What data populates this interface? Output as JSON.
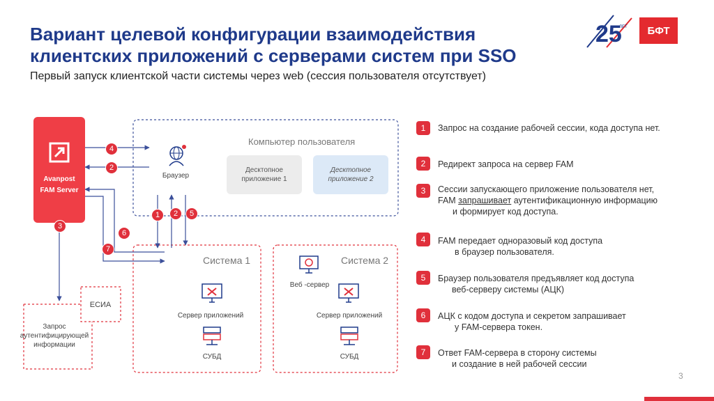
{
  "title": "Вариант целевой конфигурации взаимодействия клиентских приложений с серверами систем при SSO",
  "subtitle": "Первый запуск клиентской части системы через web (сессия пользователя отсутствует)",
  "logo": {
    "years": "25",
    "years_sub": "ЛЕТ",
    "brand": "БФТ"
  },
  "page_number": "3",
  "diagram": {
    "avanpost": {
      "line1": "Avanpost",
      "line2": "FAM Server"
    },
    "computer_title": "Компьютер пользователя",
    "browser_label": "Браузер",
    "desktop_app_1": "Десктопное приложение 1",
    "desktop_app_2": "Десктопное приложение 2",
    "system1": {
      "title": "Система 1",
      "app_server": "Сервер приложений",
      "db": "СУБД"
    },
    "system2": {
      "title": "Система 2",
      "web_server": "Веб -сервер",
      "app_server": "Сервер приложений",
      "db": "СУБД"
    },
    "esia": "ЕСИА",
    "auth_request": "Запрос аутентифицирующей информации",
    "arrow_numbers": [
      "4",
      "2",
      "3",
      "1",
      "2",
      "5",
      "6",
      "7"
    ]
  },
  "steps": [
    {
      "num": "1",
      "text": "Запрос на создание рабочей сессии, кода доступа нет."
    },
    {
      "num": "2",
      "text": "Редирект запроса на сервер FAM"
    },
    {
      "num": "3",
      "line1": "Сессии запускающего приложение пользователя нет,",
      "line2a": "FAM ",
      "line2b": "запрашивает",
      "line2c": " аутентификационную информацию",
      "line3": "и формирует код доступа."
    },
    {
      "num": "4",
      "line1": "FAM передает одноразовый код доступа",
      "line2": "в браузер пользователя."
    },
    {
      "num": "5",
      "line1": "Браузер пользователя предъявляет код доступа",
      "line2": "веб-серверу системы (АЦК)"
    },
    {
      "num": "6",
      "line1": "АЦК с кодом доступа и секретом запрашивает",
      "line2": "у FAM-сервера токен."
    },
    {
      "num": "7",
      "line1": "Ответ FAM-сервера в сторону системы",
      "line2": "и создание в ней рабочей сессии"
    }
  ],
  "colors": {
    "title": "#1f3a8a",
    "accent": "#e0303b",
    "dash_blue": "#3b4f9a",
    "dash_red": "#e0303b"
  }
}
